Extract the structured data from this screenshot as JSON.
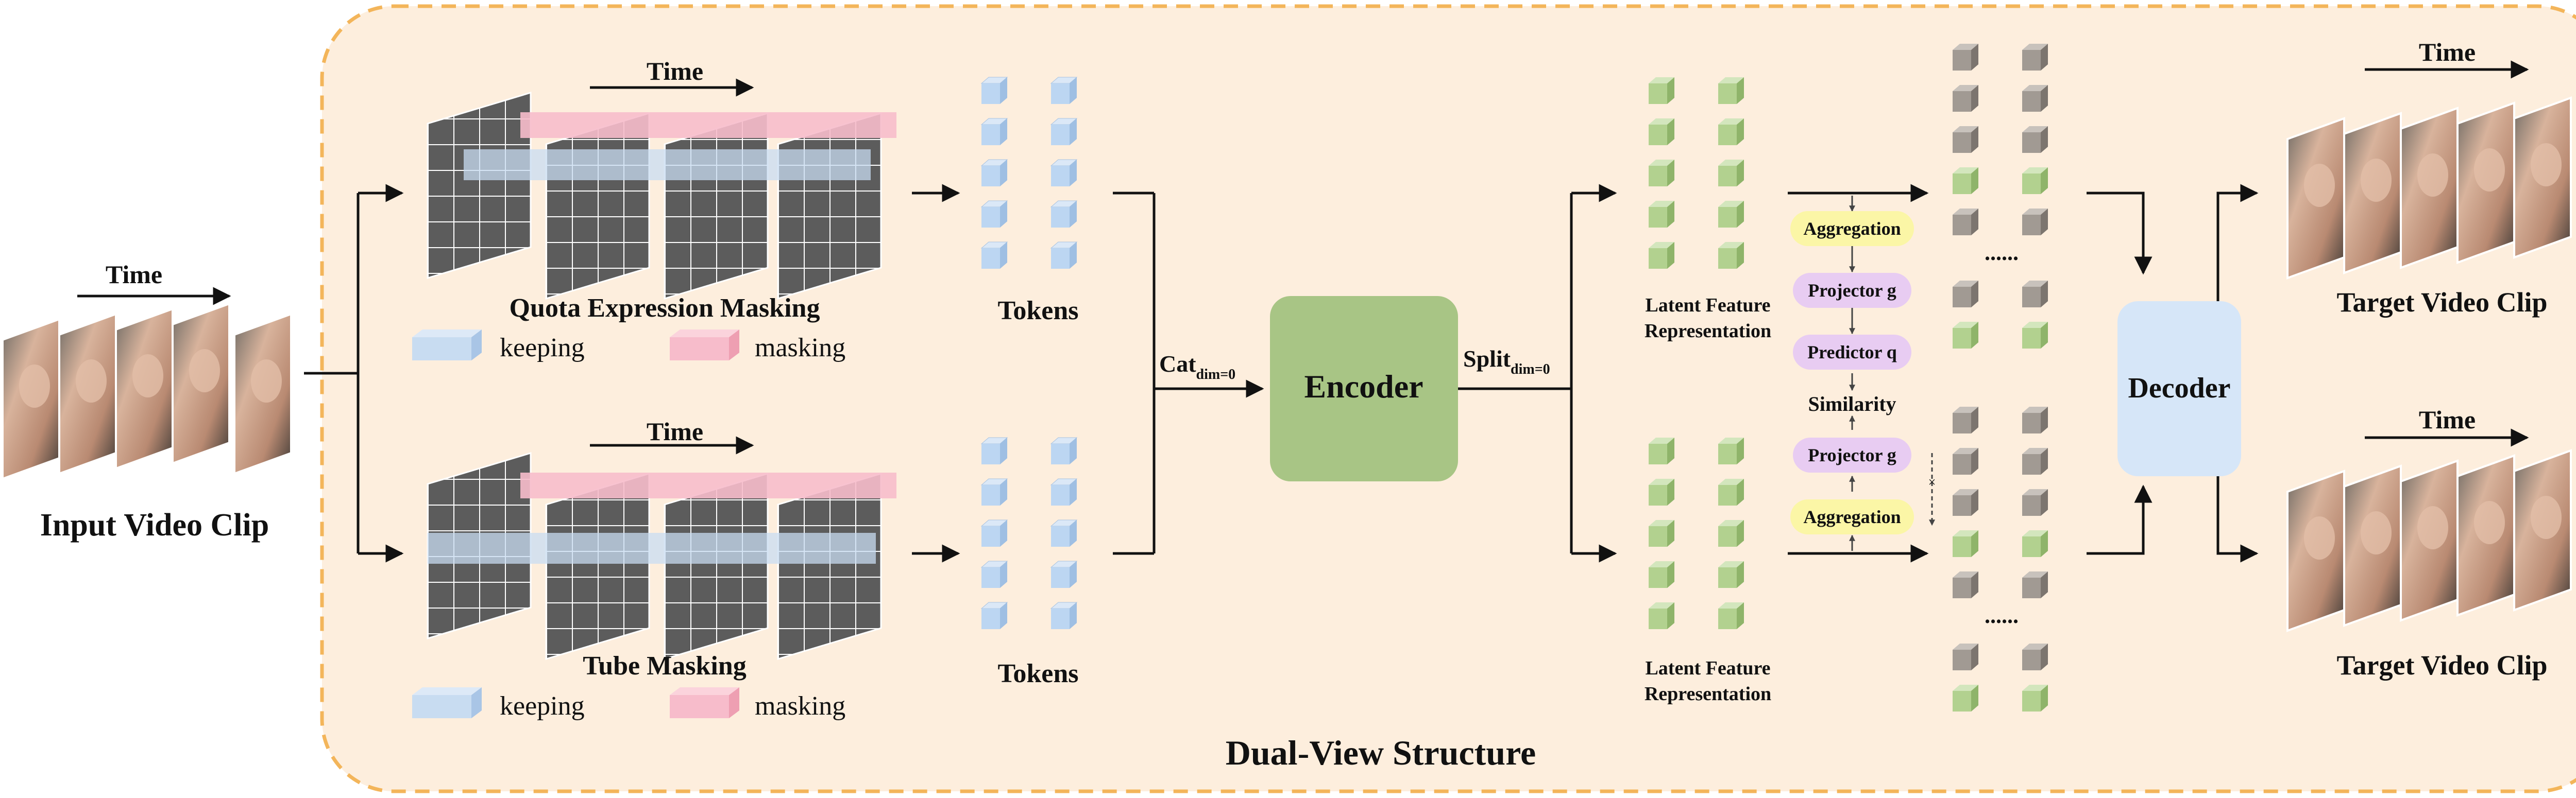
{
  "input": {
    "time_label": "Time",
    "caption": "Input Video Clip"
  },
  "top_branch": {
    "time_label": "Time",
    "caption": "Quota Expression Masking",
    "tokens_label": "Tokens"
  },
  "bottom_branch": {
    "time_label": "Time",
    "caption": "Tube Masking",
    "tokens_label": "Tokens"
  },
  "legend": {
    "keeping": "keeping",
    "masking": "masking"
  },
  "cat_label": {
    "main": "Cat",
    "sub": "dim=0"
  },
  "encoder": {
    "label": "Encoder"
  },
  "split_label": {
    "main": "Split",
    "sub": "dim=0"
  },
  "latent_top": {
    "line1": "Latent Feature",
    "line2": "Representation"
  },
  "latent_bottom": {
    "line1": "Latent Feature",
    "line2": "Representation"
  },
  "modules": {
    "aggregation_top": "Aggregation",
    "projector_top": "Projector g",
    "predictor": "Predictor q",
    "similarity": "Similarity",
    "projector_bottom": "Projector g",
    "aggregation_bottom": "Aggregation",
    "stop_grad": "×"
  },
  "dots": "......",
  "decoder": {
    "label": "Decoder"
  },
  "target_top": {
    "time_label": "Time",
    "caption": "Target Video Clip"
  },
  "target_bottom": {
    "time_label": "Time",
    "caption": "Target Video Clip"
  },
  "structure_label": "Dual-View Structure",
  "colors": {
    "region_fill": "#fdeedd",
    "region_border": "#f3b55a",
    "encoder": "#a8c585",
    "decoder": "#d6e6f8",
    "token_blue": "#bcd6f2",
    "token_green": "#b2d18f",
    "token_gray": "#a19a93",
    "aggregation": "#fbf6a6",
    "projector": "#e8ccf2",
    "keep": "#c8dcf1",
    "mask": "#f7bccb",
    "grid": "#5e5e5e"
  }
}
